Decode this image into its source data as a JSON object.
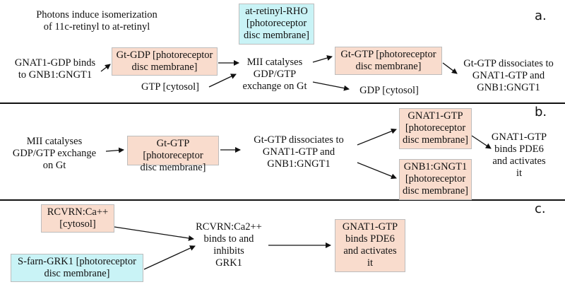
{
  "panels": {
    "a": {
      "label": "a.",
      "nodes": {
        "photons": "Photons induce isomerization\nof 11c-retinyl to at-retinyl",
        "at_retinyl_rho": "at-retinyl-RHO\n[photoreceptor\ndisc membrane]",
        "gnat1_gdp": "GNAT1-GDP binds\nto GNB1:GNGT1",
        "gt_gdp": "Gt-GDP [photoreceptor\ndisc membrane]",
        "gtp_cytosol": "GTP [cytosol]",
        "mii_catalyses": "MII catalyses\nGDP/GTP\nexchange on Gt",
        "gt_gtp": "Gt-GTP [photoreceptor\ndisc membrane]",
        "gdp_cytosol": "GDP [cytosol]",
        "gt_gtp_dissociates": "Gt-GTP dissociates to\nGNAT1-GTP and\nGNB1:GNGT1"
      }
    },
    "b": {
      "label": "b.",
      "nodes": {
        "mii_catalyses": "MII catalyses\nGDP/GTP exchange\non Gt",
        "gt_gtp": "Gt-GTP [photoreceptor\ndisc membrane]",
        "gt_gtp_dissociates": "Gt-GTP dissociates to\nGNAT1-GTP and\nGNB1:GNGT1",
        "gnat1_gtp": "GNAT1-GTP\n[photoreceptor\ndisc membrane]",
        "gnb1_gngt1": "GNB1:GNGT1\n[photoreceptor\ndisc membrane]",
        "gnat1_binds_pde6": "GNAT1-GTP\nbinds PDE6\nand activates\nit"
      }
    },
    "c": {
      "label": "c.",
      "nodes": {
        "rcvrn_ca": "RCVRN:Ca++\n[cytosol]",
        "s_farn_grk1": "S-farn-GRK1 [photoreceptor\ndisc membrane]",
        "rcvrn_binds": "RCVRN:Ca2++\nbinds to and\ninhibits\nGRK1",
        "gnat1_binds_pde6": "GNAT1-GTP\nbinds PDE6\nand activates\nit"
      }
    }
  },
  "colors": {
    "complex_fill": "#f9dccd",
    "protein_fill": "#c9f3f6",
    "box_border": "#bdbdbd",
    "line": "#111111"
  }
}
